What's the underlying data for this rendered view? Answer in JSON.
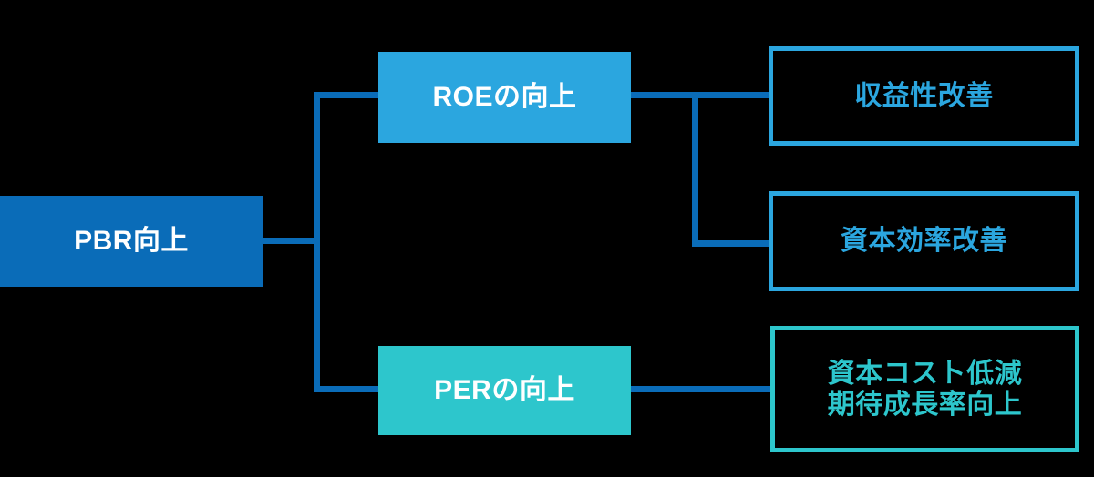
{
  "diagram": {
    "title": "PBR improvement tree",
    "background_color": "#000000",
    "palette": {
      "primary_dark_blue": "#0A6CB8",
      "mid_blue": "#2BA6DF",
      "teal": "#2DC6CC",
      "text_on_fill": "#FFFFFF",
      "connector": "#0A6CB8"
    },
    "nodes": [
      {
        "id": "root",
        "label": "PBR向上",
        "style": "filled-dark",
        "level": 1
      },
      {
        "id": "roe",
        "label": "ROEの向上",
        "style": "filled-blue",
        "level": 2
      },
      {
        "id": "per",
        "label": "PERの向上",
        "style": "filled-teal",
        "level": 2
      },
      {
        "id": "profitability",
        "label": "収益性改善",
        "style": "outline-blue",
        "level": 3
      },
      {
        "id": "capital-efficiency",
        "label": "資本効率改善",
        "style": "outline-blue",
        "level": 3
      },
      {
        "id": "cost-growth",
        "label": "資本コスト低減\n期待成長率向上",
        "style": "outline-teal",
        "level": 3
      }
    ],
    "edges": [
      {
        "from": "root",
        "to": "roe"
      },
      {
        "from": "root",
        "to": "per"
      },
      {
        "from": "roe",
        "to": "profitability"
      },
      {
        "from": "roe",
        "to": "capital-efficiency"
      },
      {
        "from": "per",
        "to": "cost-growth"
      }
    ]
  }
}
